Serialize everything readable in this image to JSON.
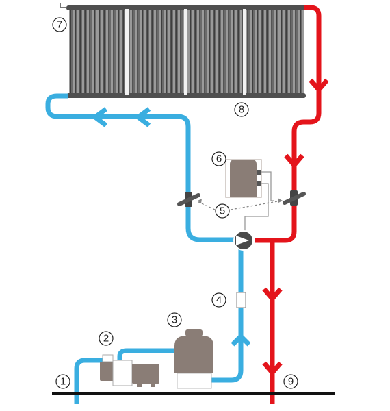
{
  "labels": {
    "n1": "1",
    "n2": "2",
    "n3": "3",
    "n4": "4",
    "n5": "5",
    "n6": "6",
    "n7": "7",
    "n8": "8",
    "n9": "9"
  },
  "colors": {
    "cold_pipe": "#3aaee0",
    "hot_pipe": "#e4141b",
    "equipment": "#8a7d76",
    "collector": "#555555",
    "ground": "#111111"
  }
}
